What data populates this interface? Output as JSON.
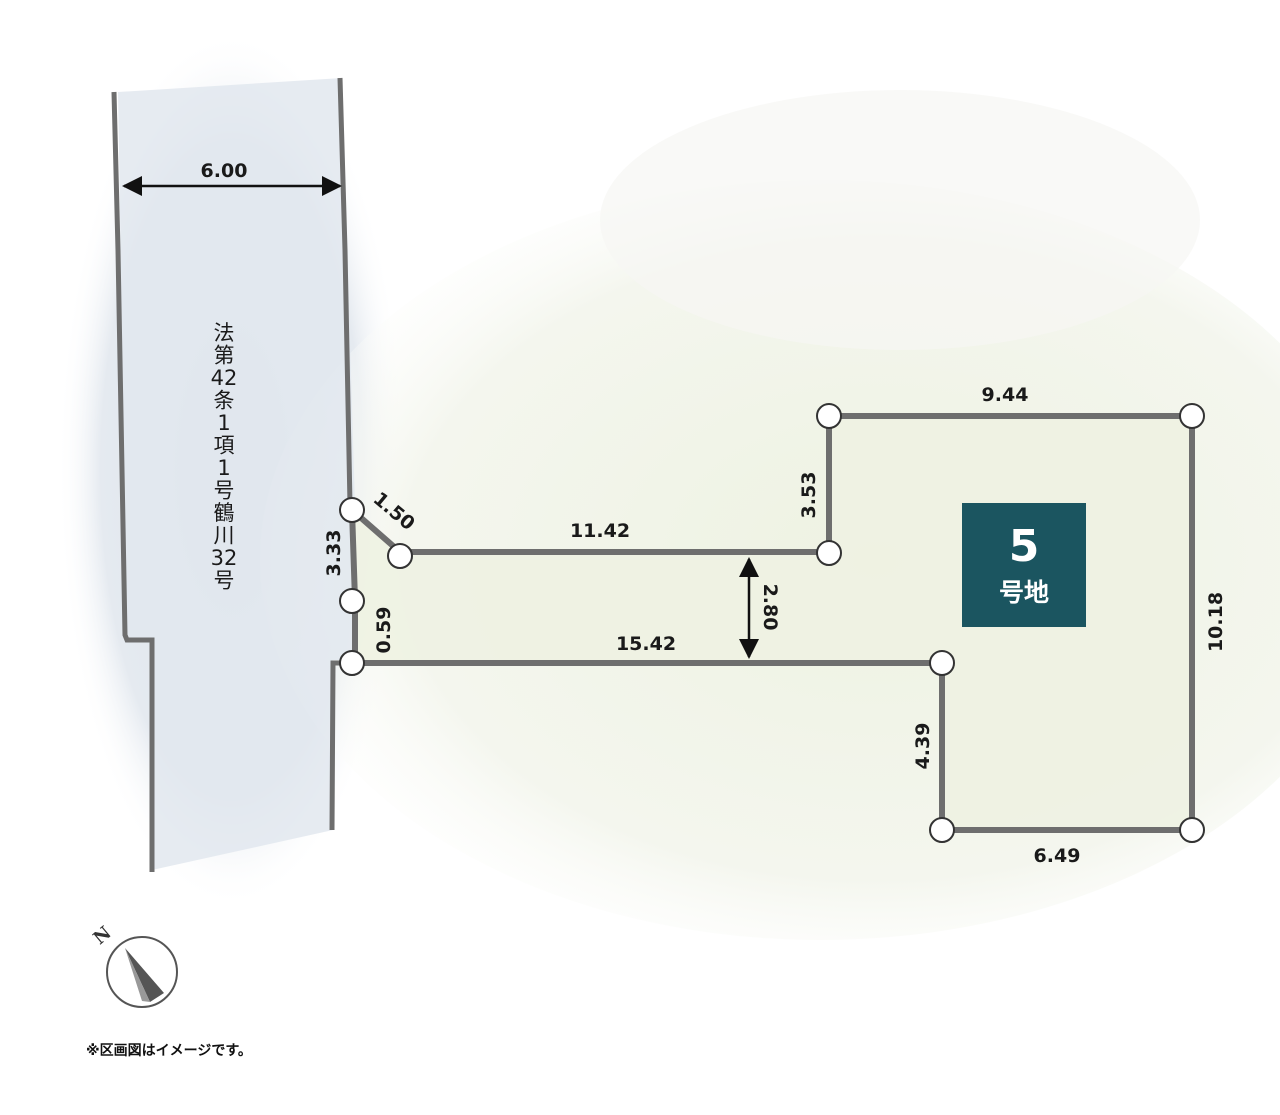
{
  "road": {
    "width_label": "6.00",
    "label_chars": [
      "法",
      "第",
      "42",
      "条",
      "1",
      "項",
      "1",
      "号",
      "鶴",
      "川",
      "32",
      "号"
    ]
  },
  "lot": {
    "number": "5",
    "caption": "号地",
    "badge_color": "#1b5560"
  },
  "dimensions": {
    "top": "9.44",
    "notch_vertical": "3.53",
    "access_top": "11.42",
    "access_width": "2.80",
    "access_bottom": "15.42",
    "diagonal": "1.50",
    "entrance_height": "3.33",
    "entrance_small": "0.59",
    "right": "10.18",
    "lower_left": "4.39",
    "bottom": "6.49"
  },
  "compass": {
    "letter": "N"
  },
  "note": "※区画図はイメージです。",
  "colors": {
    "boundary": "#6e6e6e",
    "road_fill": "#e3e8ee",
    "lot_fill": "#f1f4e8"
  }
}
